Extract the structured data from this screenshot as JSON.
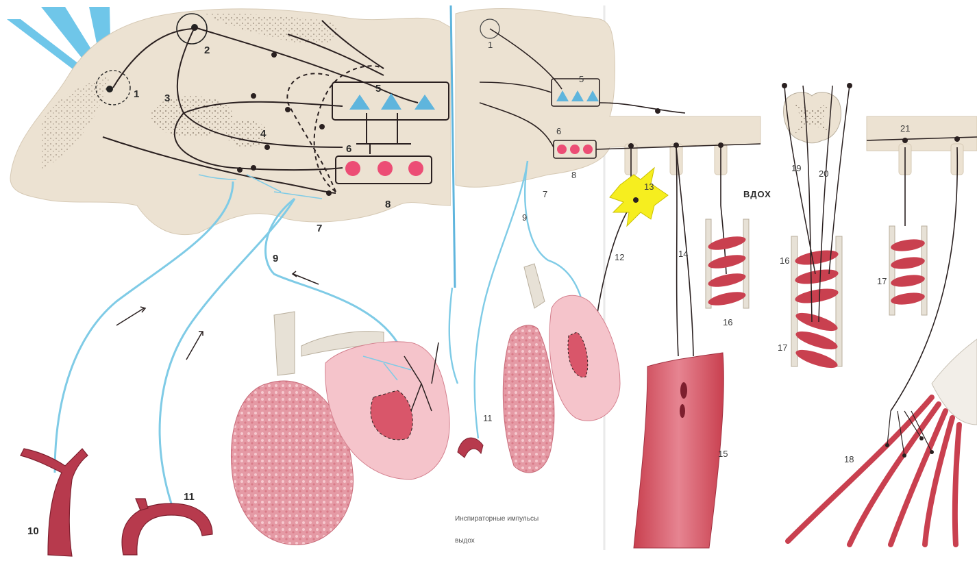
{
  "colors": {
    "brain": "#ece2d2",
    "nerve": "#2a2020",
    "afferent": "#7fcbe6",
    "tissue": "#d9566a",
    "lung": "#e9a4ad",
    "vessel": "#b73a4d",
    "neuron_yellow": "#f6ee1f",
    "page_left": "#ffffff",
    "page_right": "#ffffff"
  },
  "left_panel": {
    "labels": [
      "1",
      "2",
      "3",
      "4",
      "5",
      "6",
      "7",
      "8",
      "9",
      "10",
      "11"
    ]
  },
  "right_panel": {
    "labels_brain": [
      "1",
      "5",
      "6",
      "7",
      "8",
      "9"
    ],
    "labels_body": [
      "11",
      "12",
      "13",
      "14",
      "15",
      "16",
      "16",
      "17",
      "17",
      "18",
      "19",
      "20",
      "21"
    ],
    "inhale_label": "вдох",
    "caption_lines": [
      "Инспираторные импульсы",
      "выдох"
    ]
  }
}
